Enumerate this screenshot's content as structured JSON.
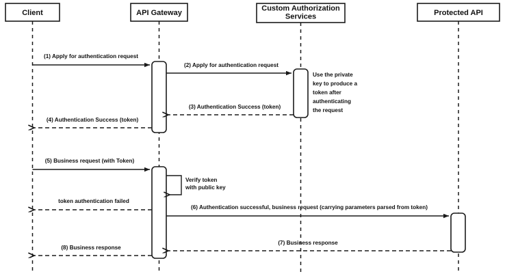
{
  "diagram": {
    "title": "API Gateway token authentication sequence",
    "type": "uml-sequence-diagram",
    "background_color": "#ffffff",
    "line_color": "#1a1a1a",
    "text_color": "#111111"
  },
  "participants": [
    {
      "id": "client",
      "label": "Client",
      "label_line2": ""
    },
    {
      "id": "api_gateway",
      "label": "API Gateway",
      "label_line2": ""
    },
    {
      "id": "custom_auth",
      "label": "Custom Authorization",
      "label_line2": "Services"
    },
    {
      "id": "protected_api",
      "label": "Protected API",
      "label_line2": ""
    }
  ],
  "messages": [
    {
      "seq": "1",
      "label": "(1) Apply for authentication request",
      "from": "client",
      "to": "api_gateway",
      "style": "solid",
      "direction": "right"
    },
    {
      "seq": "2",
      "label": "(2) Apply for authentication request",
      "from": "api_gateway",
      "to": "custom_auth",
      "style": "solid",
      "direction": "right"
    },
    {
      "seq": "3",
      "label": "(3) Authentication Success (token)",
      "from": "custom_auth",
      "to": "api_gateway",
      "style": "dashed",
      "direction": "left"
    },
    {
      "seq": "4",
      "label": "(4) Authentication Success (token)",
      "from": "api_gateway",
      "to": "client",
      "style": "dashed",
      "direction": "left"
    },
    {
      "seq": "5",
      "label": "(5) Business request (with Token)",
      "from": "client",
      "to": "api_gateway",
      "style": "solid",
      "direction": "right"
    },
    {
      "seq": "fail",
      "label": "token authentication failed",
      "from": "api_gateway",
      "to": "client",
      "style": "dashed",
      "direction": "left"
    },
    {
      "seq": "6",
      "label": "(6) Authentication successful, business request (carrying parameters parsed from token)",
      "from": "api_gateway",
      "to": "protected_api",
      "style": "solid",
      "direction": "right"
    },
    {
      "seq": "7",
      "label": "(7) Business response",
      "from": "protected_api",
      "to": "api_gateway",
      "style": "dashed",
      "direction": "left"
    },
    {
      "seq": "8",
      "label": "(8) Business response",
      "from": "api_gateway",
      "to": "client",
      "style": "dashed",
      "direction": "left"
    }
  ],
  "self_calls": [
    {
      "id": "verify-token",
      "on": "api_gateway",
      "label_lines": [
        "Verify token",
        "with public key"
      ]
    }
  ],
  "notes": [
    {
      "id": "private-key-note",
      "on": "custom_auth",
      "lines": [
        "Use the private",
        "key to produce a",
        "token after",
        "authenticating",
        "the request"
      ]
    }
  ]
}
